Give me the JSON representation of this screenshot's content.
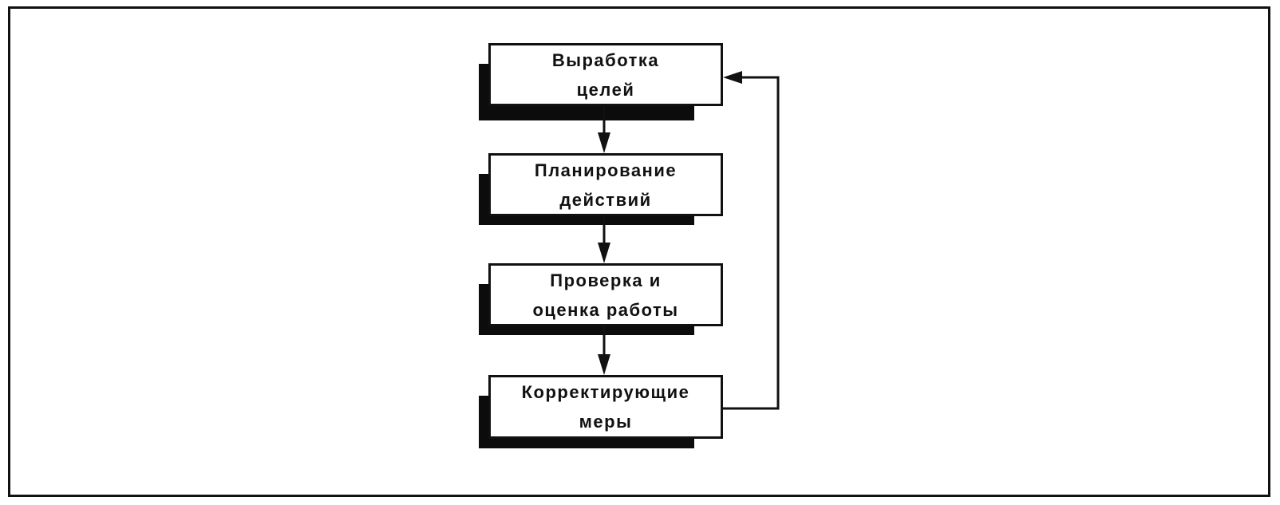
{
  "diagram": {
    "steps": [
      {
        "lines": [
          "Выработка",
          "целей"
        ]
      },
      {
        "lines": [
          "Планирование",
          "действий"
        ]
      },
      {
        "lines": [
          "Проверка и",
          "оценка работы"
        ]
      },
      {
        "lines": [
          "Корректирующие",
          "меры"
        ]
      }
    ]
  },
  "colors": {
    "ink": "#111111",
    "background": "#ffffff"
  }
}
